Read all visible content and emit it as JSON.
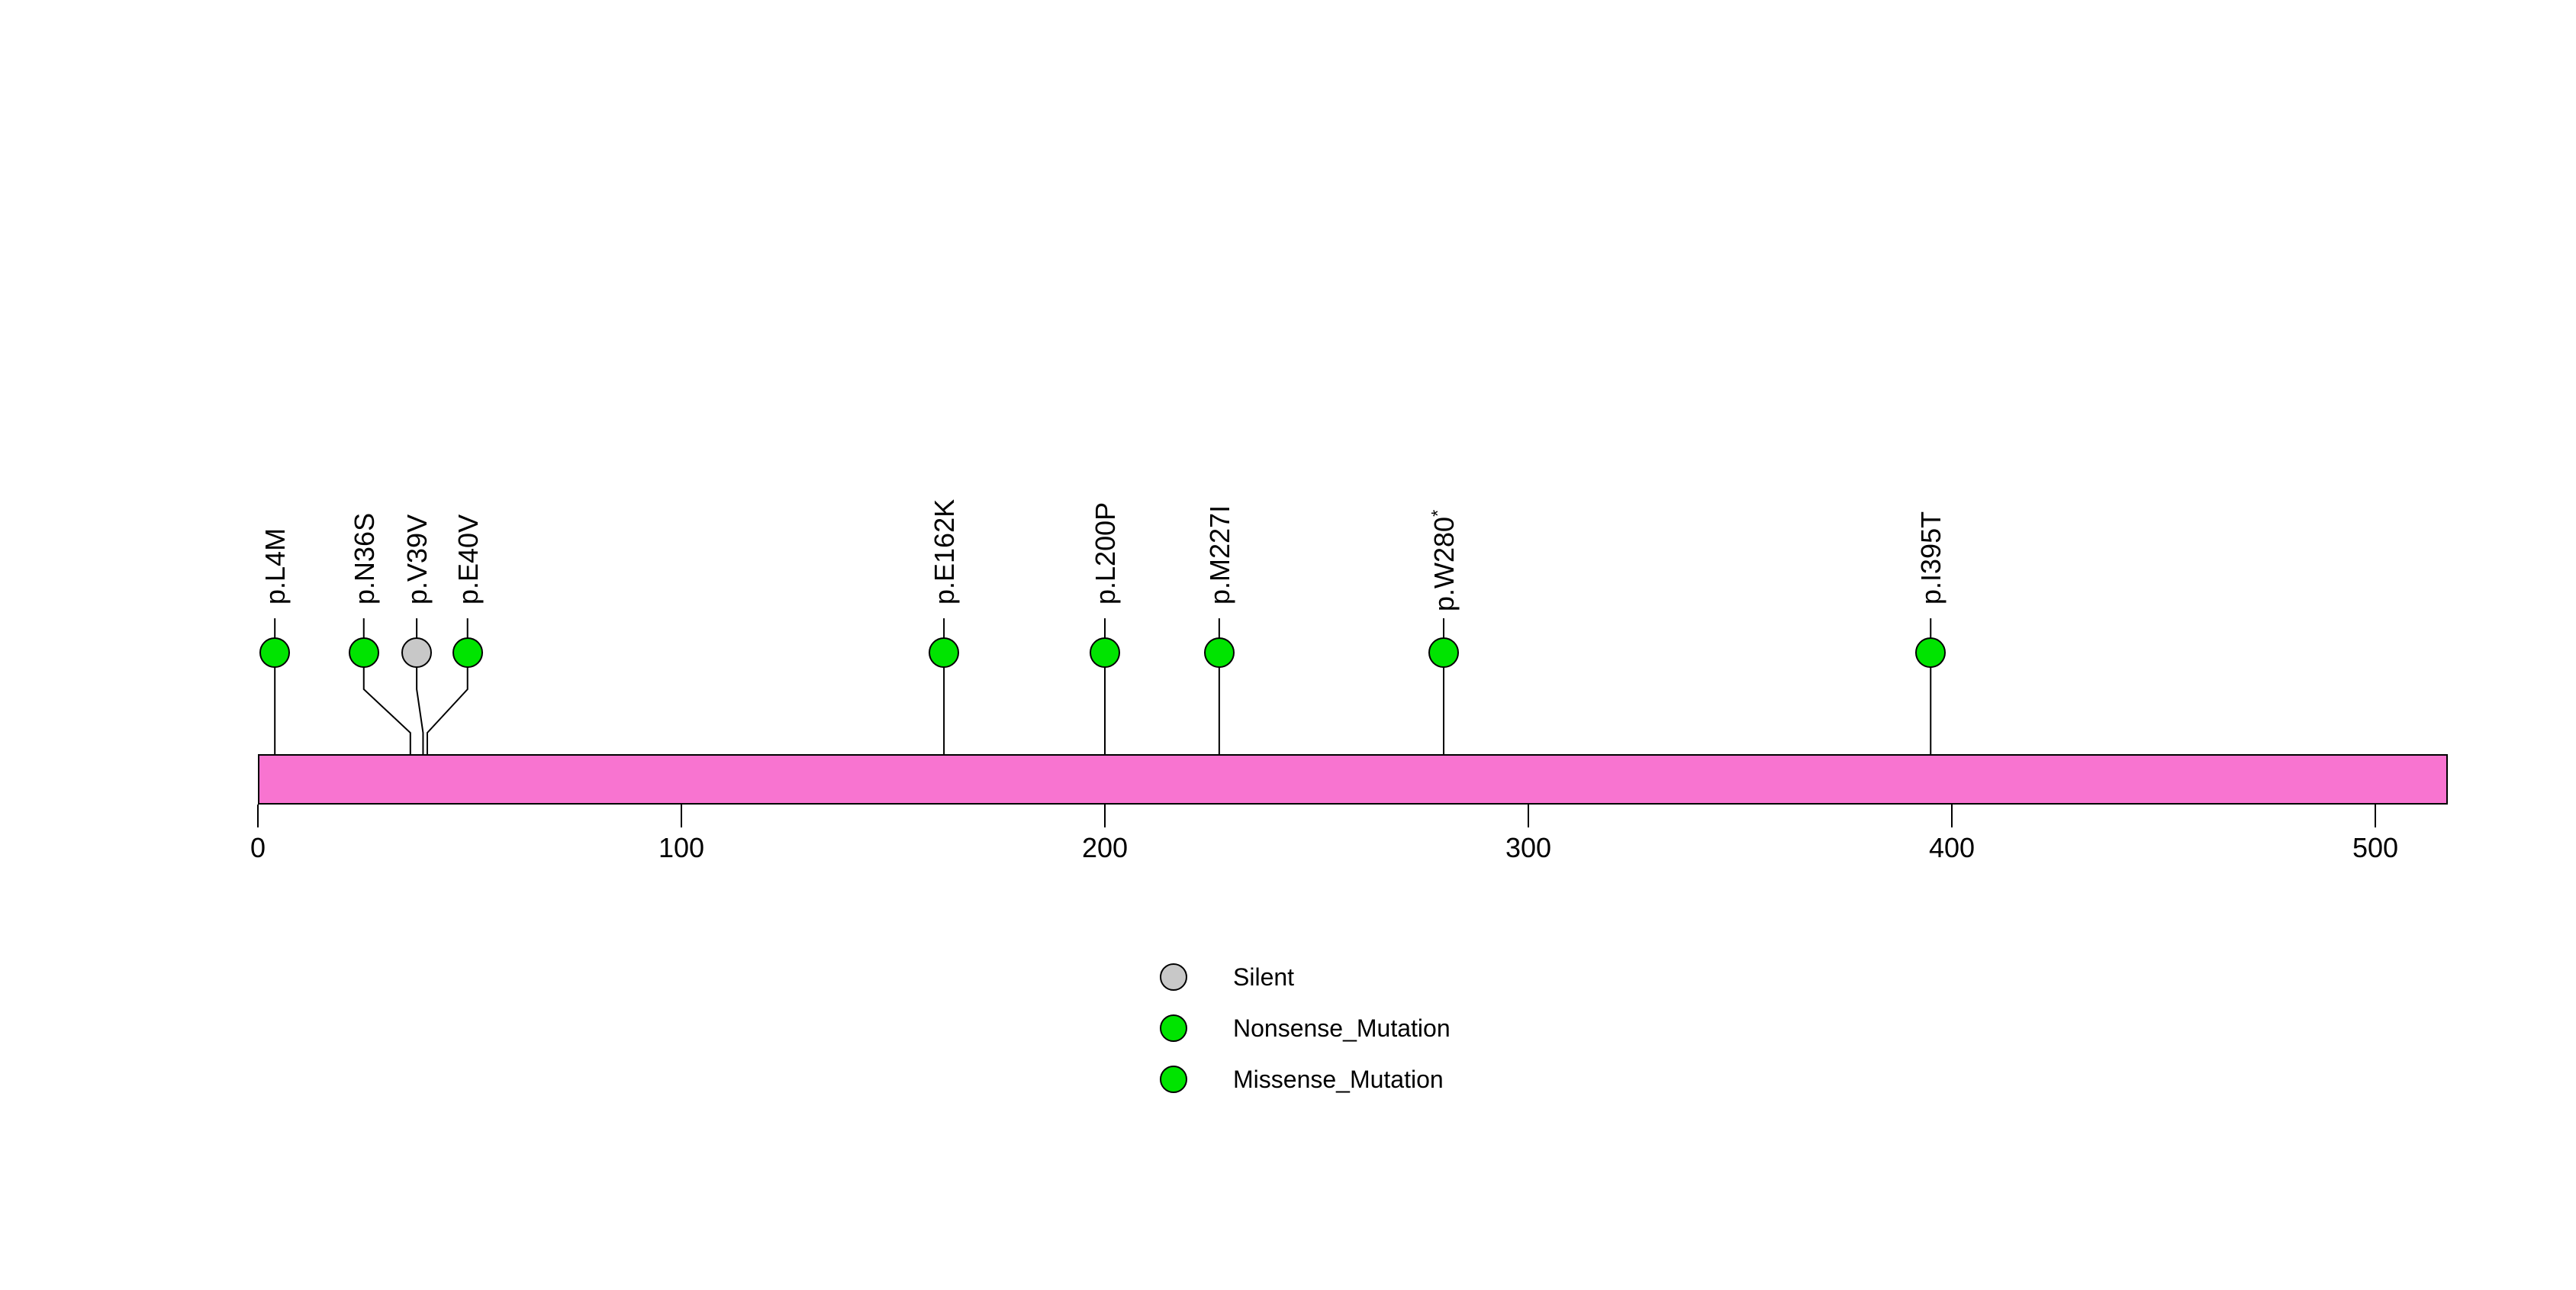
{
  "chart_data": {
    "type": "lollipop",
    "title": "",
    "protein": {
      "aa_start": 0,
      "aa_end": 517,
      "bar_color": "#F874D0"
    },
    "axis": {
      "ticks": [
        0,
        100,
        200,
        300,
        400,
        500
      ],
      "xlim": [
        0,
        517
      ],
      "grid": false
    },
    "mutations": [
      {
        "label": "p.L4M",
        "position": 4,
        "display_position": 4,
        "type": "Missense_Mutation"
      },
      {
        "label": "p.N36S",
        "position": 36,
        "display_position": 25,
        "type": "Missense_Mutation"
      },
      {
        "label": "p.V39V",
        "position": 39,
        "display_position": 37.5,
        "type": "Silent"
      },
      {
        "label": "p.E40V",
        "position": 40,
        "display_position": 49.5,
        "type": "Missense_Mutation"
      },
      {
        "label": "p.E162K",
        "position": 162,
        "display_position": 162,
        "type": "Missense_Mutation"
      },
      {
        "label": "p.L200P",
        "position": 200,
        "display_position": 200,
        "type": "Missense_Mutation"
      },
      {
        "label": "p.M227I",
        "position": 227,
        "display_position": 227,
        "type": "Missense_Mutation"
      },
      {
        "label": "p.W280*",
        "position": 280,
        "display_position": 280,
        "type": "Nonsense_Mutation"
      },
      {
        "label": "p.I395T",
        "position": 395,
        "display_position": 395,
        "type": "Missense_Mutation"
      }
    ],
    "legend": [
      {
        "label": "Silent",
        "color": "#C8C8C8"
      },
      {
        "label": "Nonsense_Mutation",
        "color": "#00E400"
      },
      {
        "label": "Missense_Mutation",
        "color": "#00E400"
      }
    ],
    "legend_position": "bottom-center"
  }
}
